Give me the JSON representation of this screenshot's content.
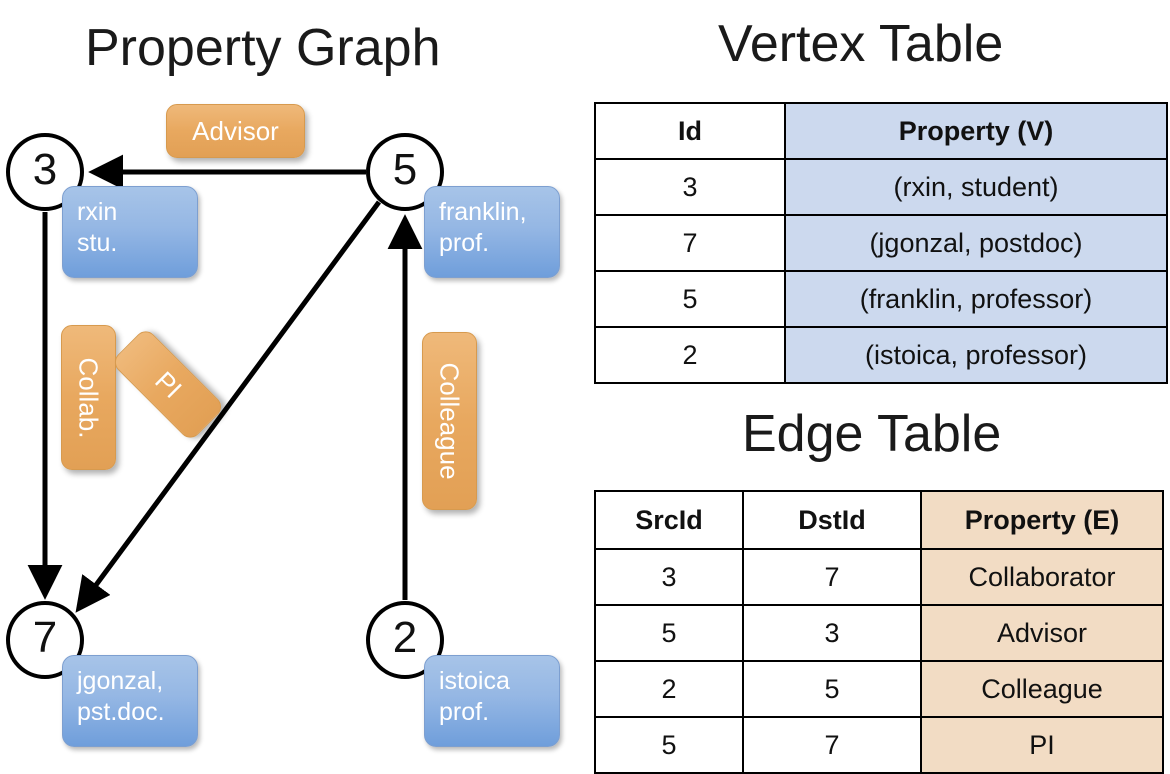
{
  "titles": {
    "graph": "Property Graph",
    "vertex_table": "Vertex Table",
    "edge_table": "Edge Table"
  },
  "graph": {
    "nodes": [
      {
        "id": "3",
        "prop_line1": "rxin",
        "prop_line2": "stu."
      },
      {
        "id": "5",
        "prop_line1": "franklin,",
        "prop_line2": "prof."
      },
      {
        "id": "7",
        "prop_line1": "jgonzal,",
        "prop_line2": "pst.doc."
      },
      {
        "id": "2",
        "prop_line1": "istoica",
        "prop_line2": "prof."
      }
    ],
    "edge_labels": [
      {
        "name": "advisor",
        "text": "Advisor"
      },
      {
        "name": "collab",
        "text": "Collab."
      },
      {
        "name": "pi",
        "text": "PI"
      },
      {
        "name": "colleague",
        "text": "Colleague"
      }
    ]
  },
  "vertex_table": {
    "columns": [
      "Id",
      "Property (V)"
    ],
    "rows": [
      {
        "id": "3",
        "property": "(rxin, student)"
      },
      {
        "id": "7",
        "property": "(jgonzal, postdoc)"
      },
      {
        "id": "5",
        "property": "(franklin, professor)"
      },
      {
        "id": "2",
        "property": "(istoica, professor)"
      }
    ]
  },
  "edge_table": {
    "columns": [
      "SrcId",
      "DstId",
      "Property (E)"
    ],
    "rows": [
      {
        "src": "3",
        "dst": "7",
        "property": "Collaborator"
      },
      {
        "src": "5",
        "dst": "3",
        "property": "Advisor"
      },
      {
        "src": "2",
        "dst": "5",
        "property": "Colleague"
      },
      {
        "src": "5",
        "dst": "7",
        "property": "PI"
      }
    ]
  },
  "colors": {
    "vertex_fill": "#ccd9ee",
    "edge_fill": "#f2dcc4",
    "vertex_prop_box": "#8fb3e0",
    "edge_label_box": "#e8a85f",
    "stroke": "#000000"
  }
}
